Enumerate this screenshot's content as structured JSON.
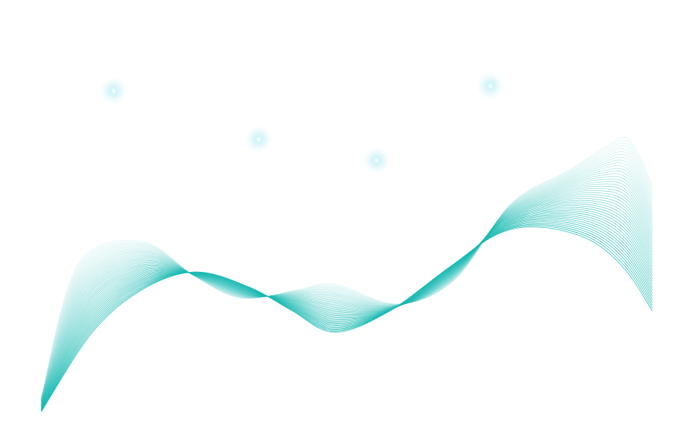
{
  "scene": {
    "background_color": "#ffffff",
    "wave_color": "#1bbab3",
    "sparkle_color": "#9fe6f0",
    "elements": [
      "teal-line-wave",
      "sparkle-dots"
    ],
    "sparkle_count": 4
  }
}
